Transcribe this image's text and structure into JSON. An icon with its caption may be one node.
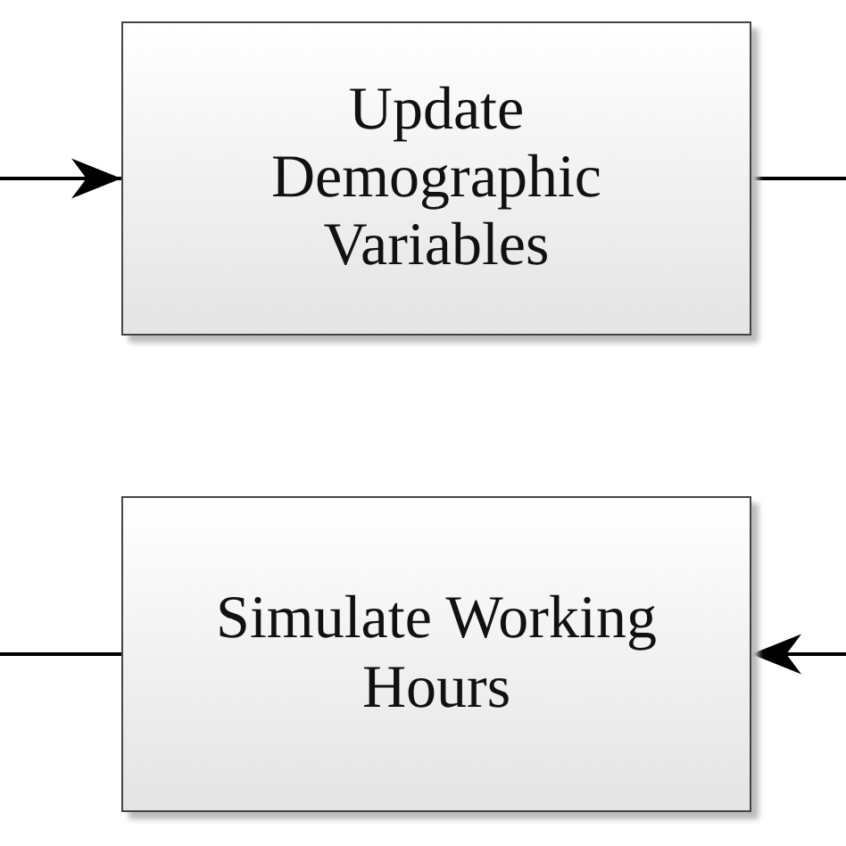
{
  "diagram": {
    "nodes": [
      {
        "text": [
          "Update Demographic Variables"
        ]
      },
      {
        "text": [
          "Simulate Working Hours"
        ]
      }
    ],
    "edges": [
      {
        "from": null,
        "to": 0,
        "arrow": "to"
      },
      {
        "from": 0,
        "to": null,
        "arrow": "none"
      },
      {
        "from": 1,
        "to": null,
        "arrow": "none"
      },
      {
        "from": null,
        "to": 1,
        "arrow": "to"
      }
    ]
  }
}
